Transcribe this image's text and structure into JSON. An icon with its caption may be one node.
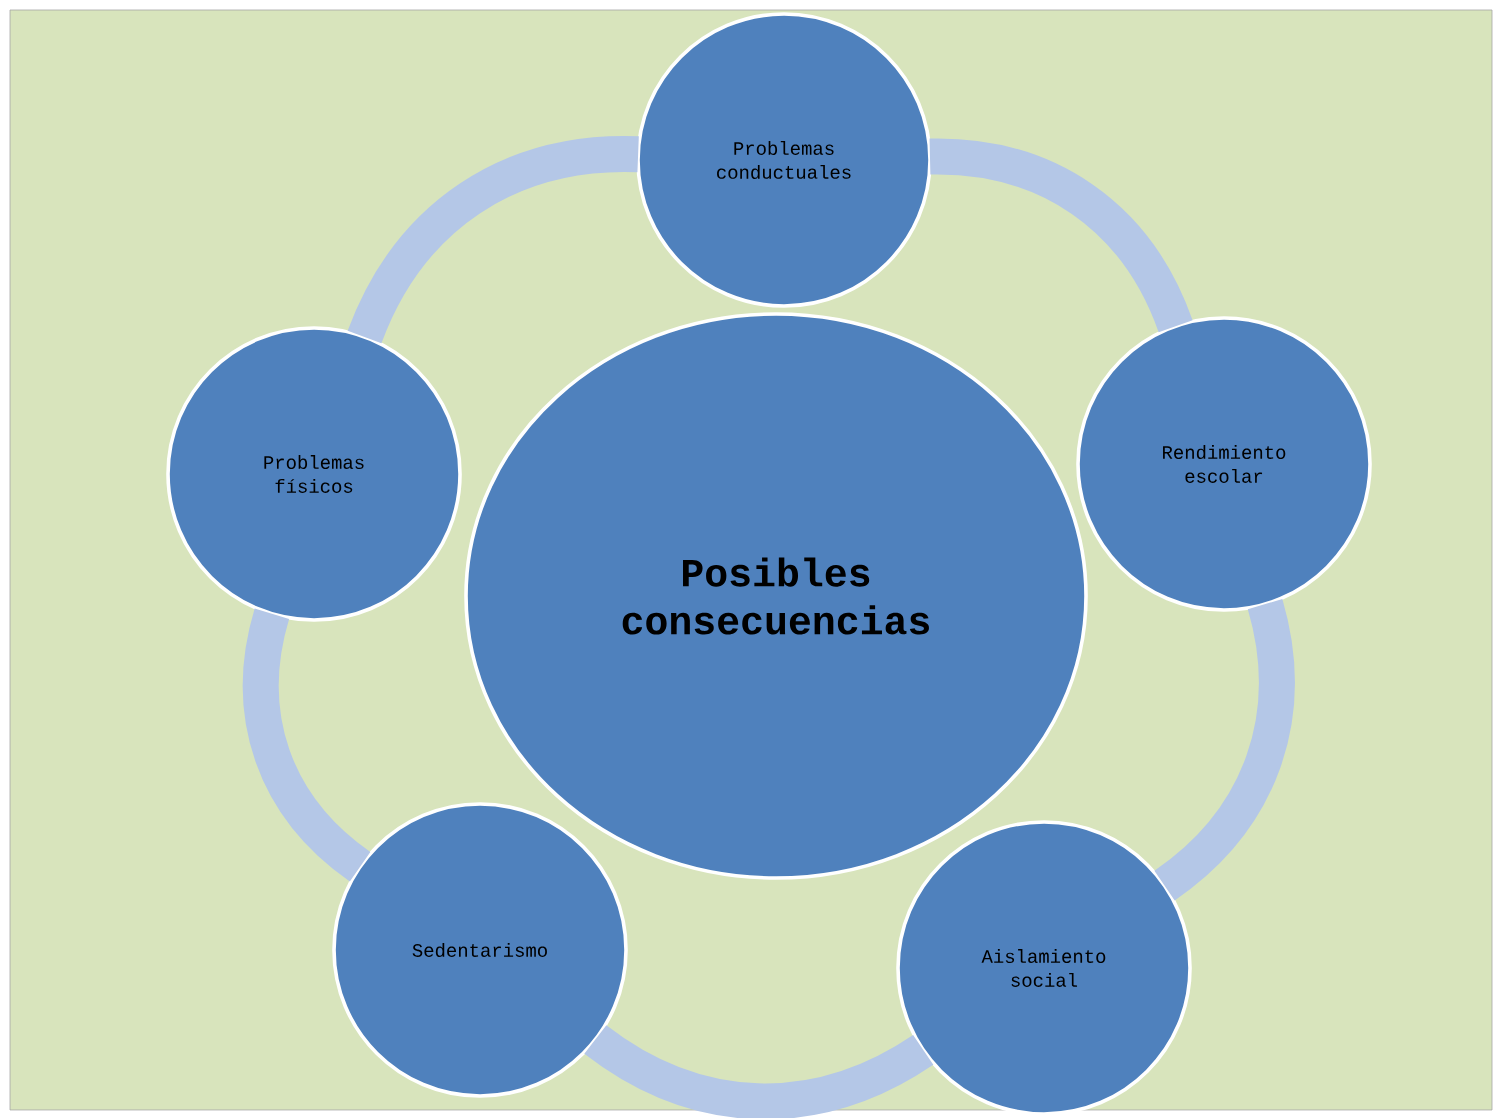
{
  "diagram": {
    "nodes": [
      {
        "text": [
          "Posibles consecuencias"
        ]
      },
      {
        "text": [
          "Problemas conductuales"
        ]
      },
      {
        "text": [
          "Rendimiento escolar"
        ]
      },
      {
        "text": [
          "Aislamiento social"
        ]
      },
      {
        "text": [
          "Sedentarismo"
        ]
      },
      {
        "text": [
          "Problemas físicos"
        ]
      }
    ],
    "edges": [
      {
        "from": 1,
        "to": 2,
        "arrow": "none"
      },
      {
        "from": 2,
        "to": 3,
        "arrow": "none"
      },
      {
        "from": 3,
        "to": 4,
        "arrow": "none"
      },
      {
        "from": 4,
        "to": 5,
        "arrow": "none"
      },
      {
        "from": 5,
        "to": 1,
        "arrow": "none"
      }
    ]
  }
}
